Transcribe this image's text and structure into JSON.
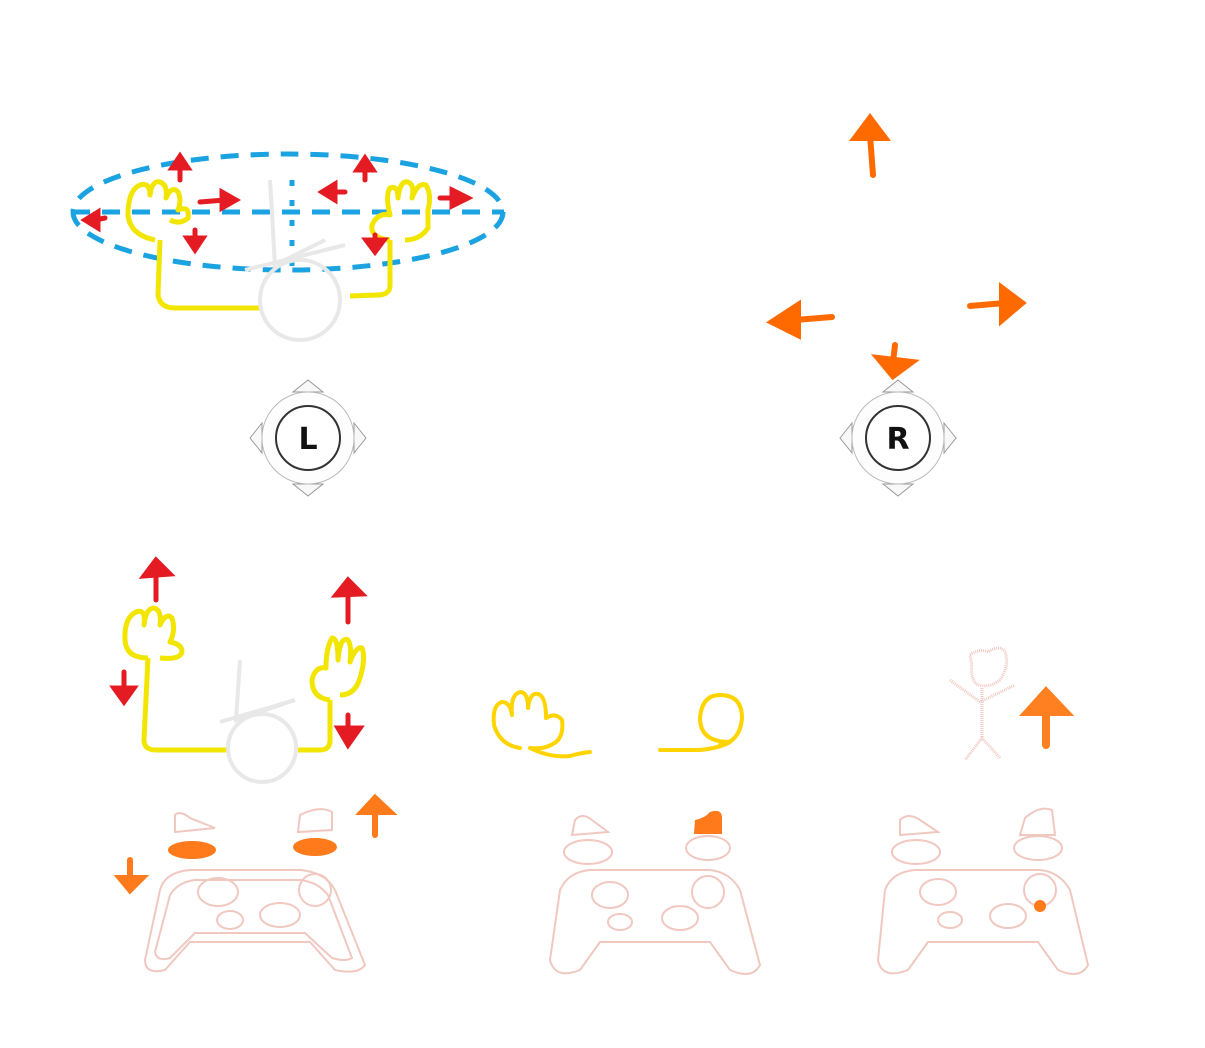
{
  "colors": {
    "hand": "#f2e600",
    "hand_alt": "#ffd400",
    "arrow_red": "#e51b24",
    "arrow_orange": "#ff6a00",
    "arrow_orange_soft": "#ff8020",
    "orbit_blue": "#1aa3e0",
    "controller_outline": "#f0c8c0",
    "highlight": "#ff7a1a"
  },
  "sticks": {
    "left": {
      "label": "L",
      "icon": "left-analog-stick-icon"
    },
    "right": {
      "label": "R",
      "icon": "right-analog-stick-icon"
    }
  },
  "panels": [
    {
      "id": "left-stick-hand-orbit",
      "description": "Hands move around orbit (up/down/left/right) with left stick"
    },
    {
      "id": "right-stick-directions",
      "description": "Right stick: up, down, left, right arrows"
    },
    {
      "id": "hands-up-down",
      "description": "Raise/lower hands"
    },
    {
      "id": "grab-throw",
      "description": "Hand grab and orb"
    },
    {
      "id": "character-jump",
      "description": "Character jumps up"
    }
  ],
  "controllers": [
    {
      "id": "triggers",
      "highlight": "L1/R1 with up/down arrows"
    },
    {
      "id": "right-trigger",
      "highlight": "R2"
    },
    {
      "id": "face-button",
      "highlight": "face button"
    }
  ]
}
